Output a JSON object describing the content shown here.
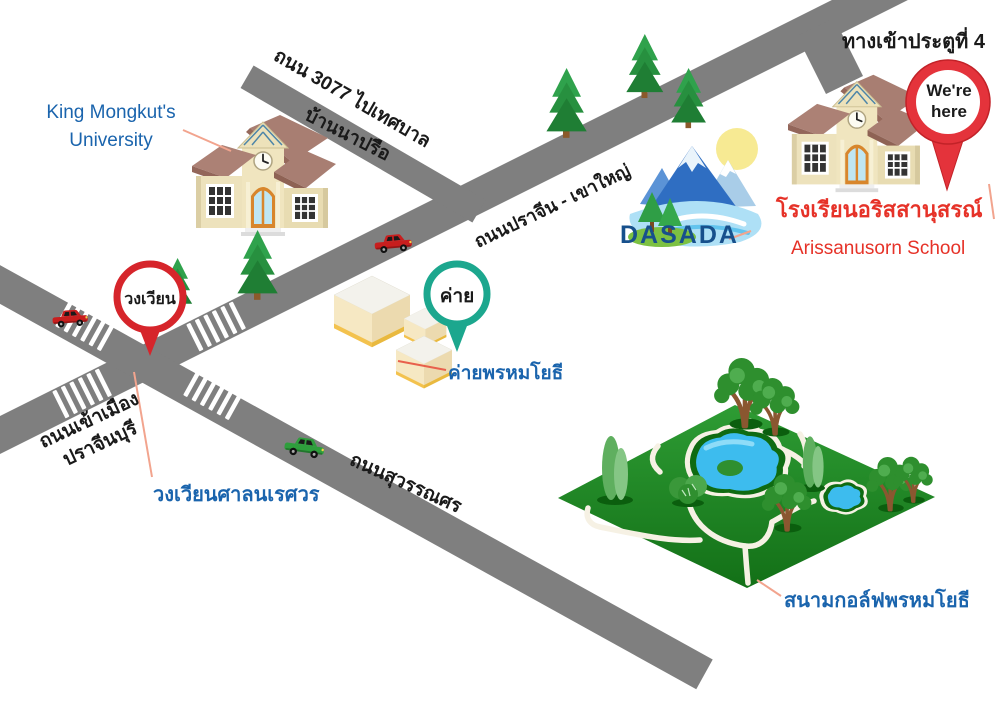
{
  "colors": {
    "road_gray": "#7F7F7F",
    "label_blue": "#1A64AD",
    "label_red": "#E63228",
    "dasada_blue": "#17508C",
    "pin_red": "#D6252B",
    "pin_teal": "#1CA78E",
    "leader_salmon": "#F2A48E",
    "golf_green": "#1E8A26",
    "pond_blue": "#3DBCEE"
  },
  "roads": {
    "r3077": "ถนน 3077 ไปเทศบาล",
    "ban_na_prue": "บ้านนาปรือ",
    "prachin_khaoyai": "ถนนปราจีน - เขาใหญ่",
    "into_city_1": "ถนนเข้าเมือง",
    "into_city_2": "ปราจีนบุรี",
    "suwannasorn": "ถนนสุวรรณศร"
  },
  "places": {
    "university": "King Mongkut's University",
    "school_thai": "โรงเรียนอริสสานุสรณ์",
    "school_english": "Arissanusorn School",
    "gate_entrance": "ทางเข้าประตูที่ 4",
    "roundabout_name": "วงเวียนศาลนเรศวร",
    "camp_name": "ค่ายพรหมโยธี",
    "golf_course": "สนามกอล์ฟพรหมโยธี"
  },
  "pins": {
    "roundabout": "วงเวียน",
    "camp": "ค่าย",
    "current_location": "We're here"
  },
  "logo": {
    "text": "DASADA"
  }
}
